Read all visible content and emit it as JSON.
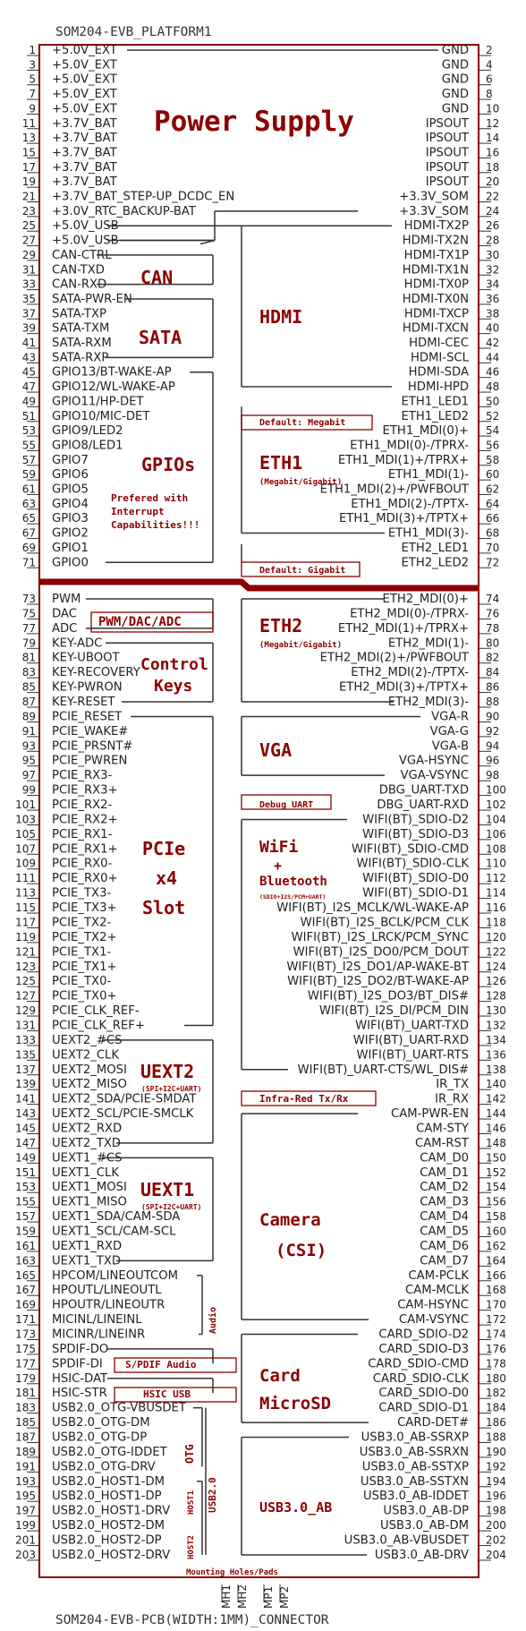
{
  "top_caption": "SOM204-EVB_PLATFORM1",
  "bottom_caption": "SOM204-EVB-PCB(WIDTH:1MM)_CONNECTOR",
  "mounting_caption": "Mounting Holes/Pads",
  "mounting_pins": [
    "MH1",
    "MH2",
    "MP1",
    "MP2"
  ],
  "colors": {
    "accent": "#8b0000",
    "line": "#333333",
    "text": "#222222"
  },
  "left_pins": [
    {
      "pin": "1",
      "signal": "+5.0V_EXT"
    },
    {
      "pin": "3",
      "signal": "+5.0V_EXT"
    },
    {
      "pin": "5",
      "signal": "+5.0V_EXT"
    },
    {
      "pin": "7",
      "signal": "+5.0V_EXT"
    },
    {
      "pin": "9",
      "signal": "+5.0V_EXT"
    },
    {
      "pin": "11",
      "signal": "+3.7V_BAT"
    },
    {
      "pin": "13",
      "signal": "+3.7V_BAT"
    },
    {
      "pin": "15",
      "signal": "+3.7V_BAT"
    },
    {
      "pin": "17",
      "signal": "+3.7V_BAT"
    },
    {
      "pin": "19",
      "signal": "+3.7V_BAT"
    },
    {
      "pin": "21",
      "signal": "+3.7V_BAT_STEP-UP_DCDC_EN"
    },
    {
      "pin": "23",
      "signal": "+3.0V_RTC_BACKUP-BAT"
    },
    {
      "pin": "25",
      "signal": "+5.0V_USB"
    },
    {
      "pin": "27",
      "signal": "+5.0V_USB"
    },
    {
      "pin": "29",
      "signal": "CAN-CTRL"
    },
    {
      "pin": "31",
      "signal": "CAN-TXD"
    },
    {
      "pin": "33",
      "signal": "CAN-RXD"
    },
    {
      "pin": "35",
      "signal": "SATA-PWR-EN"
    },
    {
      "pin": "37",
      "signal": "SATA-TXP"
    },
    {
      "pin": "39",
      "signal": "SATA-TXM"
    },
    {
      "pin": "41",
      "signal": "SATA-RXM"
    },
    {
      "pin": "43",
      "signal": "SATA-RXP"
    },
    {
      "pin": "45",
      "signal": "GPIO13/BT-WAKE-AP"
    },
    {
      "pin": "47",
      "signal": "GPIO12/WL-WAKE-AP"
    },
    {
      "pin": "49",
      "signal": "GPIO11/HP-DET"
    },
    {
      "pin": "51",
      "signal": "GPIO10/MIC-DET"
    },
    {
      "pin": "53",
      "signal": "GPIO9/LED2"
    },
    {
      "pin": "55",
      "signal": "GPIO8/LED1"
    },
    {
      "pin": "57",
      "signal": "GPIO7"
    },
    {
      "pin": "59",
      "signal": "GPIO6"
    },
    {
      "pin": "61",
      "signal": "GPIO5"
    },
    {
      "pin": "63",
      "signal": "GPIO4"
    },
    {
      "pin": "65",
      "signal": "GPIO3"
    },
    {
      "pin": "67",
      "signal": "GPIO2"
    },
    {
      "pin": "69",
      "signal": "GPIO1"
    },
    {
      "pin": "71",
      "signal": "GPIO0"
    },
    {
      "pin": "73",
      "signal": "PWM"
    },
    {
      "pin": "75",
      "signal": "DAC"
    },
    {
      "pin": "77",
      "signal": "ADC"
    },
    {
      "pin": "79",
      "signal": "KEY-ADC"
    },
    {
      "pin": "81",
      "signal": "KEY-UBOOT"
    },
    {
      "pin": "83",
      "signal": "KEY-RECOVERY"
    },
    {
      "pin": "85",
      "signal": "KEY-PWRON"
    },
    {
      "pin": "87",
      "signal": "KEY-RESET"
    },
    {
      "pin": "89",
      "signal": "PCIE_RESET"
    },
    {
      "pin": "91",
      "signal": "PCIE_WAKE#"
    },
    {
      "pin": "93",
      "signal": "PCIE_PRSNT#"
    },
    {
      "pin": "95",
      "signal": "PCIE_PWREN"
    },
    {
      "pin": "97",
      "signal": "PCIE_RX3-"
    },
    {
      "pin": "99",
      "signal": "PCIE_RX3+"
    },
    {
      "pin": "101",
      "signal": "PCIE_RX2-"
    },
    {
      "pin": "103",
      "signal": "PCIE_RX2+"
    },
    {
      "pin": "105",
      "signal": "PCIE_RX1-"
    },
    {
      "pin": "107",
      "signal": "PCIE_RX1+"
    },
    {
      "pin": "109",
      "signal": "PCIE_RX0-"
    },
    {
      "pin": "111",
      "signal": "PCIE_RX0+"
    },
    {
      "pin": "113",
      "signal": "PCIE_TX3-"
    },
    {
      "pin": "115",
      "signal": "PCIE_TX3+"
    },
    {
      "pin": "117",
      "signal": "PCIE_TX2-"
    },
    {
      "pin": "119",
      "signal": "PCIE_TX2+"
    },
    {
      "pin": "121",
      "signal": "PCIE_TX1-"
    },
    {
      "pin": "123",
      "signal": "PCIE_TX1+"
    },
    {
      "pin": "125",
      "signal": "PCIE_TX0-"
    },
    {
      "pin": "127",
      "signal": "PCIE_TX0+"
    },
    {
      "pin": "129",
      "signal": "PCIE_CLK_REF-"
    },
    {
      "pin": "131",
      "signal": "PCIE_CLK_REF+"
    },
    {
      "pin": "133",
      "signal": "UEXT2_#CS"
    },
    {
      "pin": "135",
      "signal": "UEXT2_CLK"
    },
    {
      "pin": "137",
      "signal": "UEXT2_MOSI"
    },
    {
      "pin": "139",
      "signal": "UEXT2_MISO"
    },
    {
      "pin": "141",
      "signal": "UEXT2_SDA/PCIE-SMDAT"
    },
    {
      "pin": "143",
      "signal": "UEXT2_SCL/PCIE-SMCLK"
    },
    {
      "pin": "145",
      "signal": "UEXT2_RXD"
    },
    {
      "pin": "147",
      "signal": "UEXT2_TXD"
    },
    {
      "pin": "149",
      "signal": "UEXT1_#CS"
    },
    {
      "pin": "151",
      "signal": "UEXT1_CLK"
    },
    {
      "pin": "153",
      "signal": "UEXT1_MOSI"
    },
    {
      "pin": "155",
      "signal": "UEXT1_MISO"
    },
    {
      "pin": "157",
      "signal": "UEXT1_SDA/CAM-SDA"
    },
    {
      "pin": "159",
      "signal": "UEXT1_SCL/CAM-SCL"
    },
    {
      "pin": "161",
      "signal": "UEXT1_RXD"
    },
    {
      "pin": "163",
      "signal": "UEXT1_TXD"
    },
    {
      "pin": "165",
      "signal": "HPCOM/LINEOUTCOM"
    },
    {
      "pin": "167",
      "signal": "HPOUTL/LINEOUTL"
    },
    {
      "pin": "169",
      "signal": "HPOUTR/LINEOUTR"
    },
    {
      "pin": "171",
      "signal": "MICINL/LINEINL"
    },
    {
      "pin": "173",
      "signal": "MICINR/LINEINR"
    },
    {
      "pin": "175",
      "signal": "SPDIF-DO"
    },
    {
      "pin": "177",
      "signal": "SPDIF-DI"
    },
    {
      "pin": "179",
      "signal": "HSIC-DAT"
    },
    {
      "pin": "181",
      "signal": "HSIC-STR"
    },
    {
      "pin": "183",
      "signal": "USB2.0_OTG-VBUSDET"
    },
    {
      "pin": "185",
      "signal": "USB2.0_OTG-DM"
    },
    {
      "pin": "187",
      "signal": "USB2.0_OTG-DP"
    },
    {
      "pin": "189",
      "signal": "USB2.0_OTG-IDDET"
    },
    {
      "pin": "191",
      "signal": "USB2.0_OTG-DRV"
    },
    {
      "pin": "193",
      "signal": "USB2.0_HOST1-DM"
    },
    {
      "pin": "195",
      "signal": "USB2.0_HOST1-DP"
    },
    {
      "pin": "197",
      "signal": "USB2.0_HOST1-DRV"
    },
    {
      "pin": "199",
      "signal": "USB2.0_HOST2-DM"
    },
    {
      "pin": "201",
      "signal": "USB2.0_HOST2-DP"
    },
    {
      "pin": "203",
      "signal": "USB2.0_HOST2-DRV"
    }
  ],
  "right_pins": [
    {
      "pin": "2",
      "signal": "GND"
    },
    {
      "pin": "4",
      "signal": "GND"
    },
    {
      "pin": "6",
      "signal": "GND"
    },
    {
      "pin": "8",
      "signal": "GND"
    },
    {
      "pin": "10",
      "signal": "GND"
    },
    {
      "pin": "12",
      "signal": "IPSOUT"
    },
    {
      "pin": "14",
      "signal": "IPSOUT"
    },
    {
      "pin": "16",
      "signal": "IPSOUT"
    },
    {
      "pin": "18",
      "signal": "IPSOUT"
    },
    {
      "pin": "20",
      "signal": "IPSOUT"
    },
    {
      "pin": "22",
      "signal": "+3.3V_SOM"
    },
    {
      "pin": "24",
      "signal": "+3.3V_SOM"
    },
    {
      "pin": "26",
      "signal": "HDMI-TX2P"
    },
    {
      "pin": "28",
      "signal": "HDMI-TX2N"
    },
    {
      "pin": "30",
      "signal": "HDMI-TX1P"
    },
    {
      "pin": "32",
      "signal": "HDMI-TX1N"
    },
    {
      "pin": "34",
      "signal": "HDMI-TX0P"
    },
    {
      "pin": "36",
      "signal": "HDMI-TX0N"
    },
    {
      "pin": "38",
      "signal": "HDMI-TXCP"
    },
    {
      "pin": "40",
      "signal": "HDMI-TXCN"
    },
    {
      "pin": "42",
      "signal": "HDMI-CEC"
    },
    {
      "pin": "44",
      "signal": "HDMI-SCL"
    },
    {
      "pin": "46",
      "signal": "HDMI-SDA"
    },
    {
      "pin": "48",
      "signal": "HDMI-HPD"
    },
    {
      "pin": "50",
      "signal": "ETH1_LED1"
    },
    {
      "pin": "52",
      "signal": "ETH1_LED2"
    },
    {
      "pin": "54",
      "signal": "ETH1_MDI(0)+"
    },
    {
      "pin": "56",
      "signal": "ETH1_MDI(0)-/TPRX-"
    },
    {
      "pin": "58",
      "signal": "ETH1_MDI(1)+/TPRX+"
    },
    {
      "pin": "60",
      "signal": "ETH1_MDI(1)-"
    },
    {
      "pin": "62",
      "signal": "ETH1_MDI(2)+/PWFBOUT"
    },
    {
      "pin": "64",
      "signal": "ETH1_MDI(2)-/TPTX-"
    },
    {
      "pin": "66",
      "signal": "ETH1_MDI(3)+/TPTX+"
    },
    {
      "pin": "68",
      "signal": "ETH1_MDI(3)-"
    },
    {
      "pin": "70",
      "signal": "ETH2_LED1"
    },
    {
      "pin": "72",
      "signal": "ETH2_LED2"
    },
    {
      "pin": "74",
      "signal": "ETH2_MDI(0)+"
    },
    {
      "pin": "76",
      "signal": "ETH2_MDI(0)-/TPRX-"
    },
    {
      "pin": "78",
      "signal": "ETH2_MDI(1)+/TPRX+"
    },
    {
      "pin": "80",
      "signal": "ETH2_MDI(1)-"
    },
    {
      "pin": "82",
      "signal": "ETH2_MDI(2)+/PWFBOUT"
    },
    {
      "pin": "84",
      "signal": "ETH2_MDI(2)-/TPTX-"
    },
    {
      "pin": "86",
      "signal": "ETH2_MDI(3)+/TPTX+"
    },
    {
      "pin": "88",
      "signal": "ETH2_MDI(3)-"
    },
    {
      "pin": "90",
      "signal": "VGA-R"
    },
    {
      "pin": "92",
      "signal": "VGA-G"
    },
    {
      "pin": "94",
      "signal": "VGA-B"
    },
    {
      "pin": "96",
      "signal": "VGA-HSYNC"
    },
    {
      "pin": "98",
      "signal": "VGA-VSYNC"
    },
    {
      "pin": "100",
      "signal": "DBG_UART-TXD"
    },
    {
      "pin": "102",
      "signal": "DBG_UART-RXD"
    },
    {
      "pin": "104",
      "signal": "WIFI(BT)_SDIO-D2"
    },
    {
      "pin": "106",
      "signal": "WIFI(BT)_SDIO-D3"
    },
    {
      "pin": "108",
      "signal": "WIFI(BT)_SDIO-CMD"
    },
    {
      "pin": "110",
      "signal": "WIFI(BT)_SDIO-CLK"
    },
    {
      "pin": "112",
      "signal": "WIFI(BT)_SDIO-D0"
    },
    {
      "pin": "114",
      "signal": "WIFI(BT)_SDIO-D1"
    },
    {
      "pin": "116",
      "signal": "WIFI(BT)_I2S_MCLK/WL-WAKE-AP"
    },
    {
      "pin": "118",
      "signal": "WIFI(BT)_I2S_BCLK/PCM_CLK"
    },
    {
      "pin": "120",
      "signal": "WIFI(BT)_I2S_LRCK/PCM_SYNC"
    },
    {
      "pin": "122",
      "signal": "WIFI(BT)_I2S_DO0/PCM_DOUT"
    },
    {
      "pin": "124",
      "signal": "WIFI(BT)_I2S_DO1/AP-WAKE-BT"
    },
    {
      "pin": "126",
      "signal": "WIFI(BT)_I2S_DO2/BT-WAKE-AP"
    },
    {
      "pin": "128",
      "signal": "WIFI(BT)_I2S_DO3/BT_DIS#"
    },
    {
      "pin": "130",
      "signal": "WIFI(BT)_I2S_DI/PCM_DIN"
    },
    {
      "pin": "132",
      "signal": "WIFI(BT)_UART-TXD"
    },
    {
      "pin": "134",
      "signal": "WIFI(BT)_UART-RXD"
    },
    {
      "pin": "136",
      "signal": "WIFI(BT)_UART-RTS"
    },
    {
      "pin": "138",
      "signal": "WIFI(BT)_UART-CTS/WL_DIS#"
    },
    {
      "pin": "140",
      "signal": "IR_TX"
    },
    {
      "pin": "142",
      "signal": "IR_RX"
    },
    {
      "pin": "144",
      "signal": "CAM-PWR-EN"
    },
    {
      "pin": "146",
      "signal": "CAM-STY"
    },
    {
      "pin": "148",
      "signal": "CAM-RST"
    },
    {
      "pin": "150",
      "signal": "CAM_D0"
    },
    {
      "pin": "152",
      "signal": "CAM_D1"
    },
    {
      "pin": "154",
      "signal": "CAM_D2"
    },
    {
      "pin": "156",
      "signal": "CAM_D3"
    },
    {
      "pin": "158",
      "signal": "CAM_D4"
    },
    {
      "pin": "160",
      "signal": "CAM_D5"
    },
    {
      "pin": "162",
      "signal": "CAM_D6"
    },
    {
      "pin": "164",
      "signal": "CAM_D7"
    },
    {
      "pin": "166",
      "signal": "CAM-PCLK"
    },
    {
      "pin": "168",
      "signal": "CAM-MCLK"
    },
    {
      "pin": "170",
      "signal": "CAM-HSYNC"
    },
    {
      "pin": "172",
      "signal": "CAM-VSYNC"
    },
    {
      "pin": "174",
      "signal": "CARD_SDIO-D2"
    },
    {
      "pin": "176",
      "signal": "CARD_SDIO-D3"
    },
    {
      "pin": "178",
      "signal": "CARD_SDIO-CMD"
    },
    {
      "pin": "180",
      "signal": "CARD_SDIO-CLK"
    },
    {
      "pin": "182",
      "signal": "CARD_SDIO-D0"
    },
    {
      "pin": "184",
      "signal": "CARD_SDIO-D1"
    },
    {
      "pin": "186",
      "signal": "CARD-DET#"
    },
    {
      "pin": "188",
      "signal": "USB3.0_AB-SSRXP"
    },
    {
      "pin": "190",
      "signal": "USB3.0_AB-SSRXN"
    },
    {
      "pin": "192",
      "signal": "USB3.0_AB-SSTXP"
    },
    {
      "pin": "194",
      "signal": "USB3.0_AB-SSTXN"
    },
    {
      "pin": "196",
      "signal": "USB3.0_AB-IDDET"
    },
    {
      "pin": "198",
      "signal": "USB3.0_AB-DP"
    },
    {
      "pin": "200",
      "signal": "USB3.0_AB-DM"
    },
    {
      "pin": "202",
      "signal": "USB3.0_AB-VBUSDET"
    },
    {
      "pin": "204",
      "signal": "USB3.0_AB-DRV"
    }
  ],
  "group_labels": {
    "power": "Power Supply",
    "can": "CAN",
    "sata": "SATA",
    "gpios": "GPIOs",
    "gpio_note_1": "Prefered with",
    "gpio_note_2": "Interrupt",
    "gpio_note_3": "Capabilities!!!",
    "pwm": "PWM/DAC/ADC",
    "control_1": "Control",
    "control_2": "Keys",
    "pcie_1": "PCIe",
    "pcie_2": "x4",
    "pcie_3": "Slot",
    "uext2": "UEXT2",
    "uext2_sub": "(SPI+I2C+UART)",
    "uext1": "UEXT1",
    "uext1_sub": "(SPI+I2C+UART)",
    "audio": "Audio",
    "spdif": "S/PDIF Audio",
    "hsic": "HSIC USB",
    "otg": "OTG",
    "host1": "HOST1",
    "host2": "HOST2",
    "usb20": "USB2.0",
    "hdmi": "HDMI",
    "eth1_default": "Default: Megabit",
    "eth1": "ETH1",
    "eth1_sub": "(Megabit/Gigabit)",
    "eth2_default": "Default: Gigabit",
    "eth2": "ETH2",
    "eth2_sub": "(Megabit/Gigabit)",
    "vga": "VGA",
    "debug": "Debug UART",
    "wifi_1": "WiFi",
    "wifi_2": "+",
    "wifi_3": "Bluetooth",
    "wifi_sub": "(SDIO+I2S/PCM+UART)",
    "ir": "Infra-Red Tx/Rx",
    "camera_1": "Camera",
    "camera_2": "(CSI)",
    "card_1": "Card",
    "card_2": "MicroSD",
    "usb30": "USB3.0_AB"
  }
}
